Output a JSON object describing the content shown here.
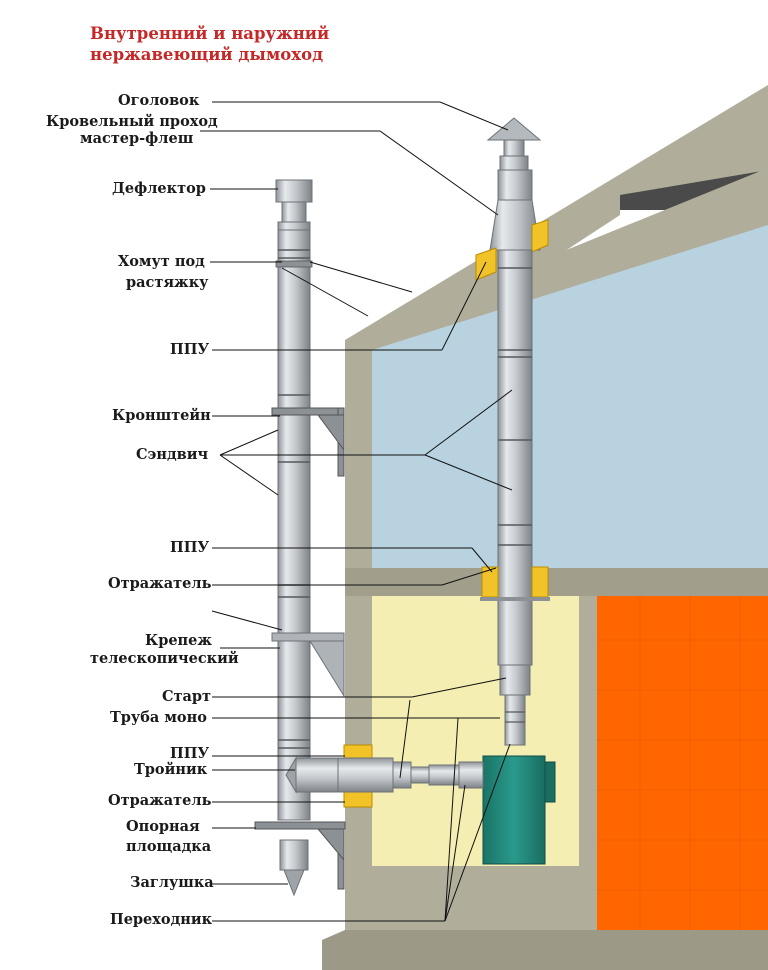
{
  "title": {
    "line1": "Внутренний и наружний",
    "line2": "нержавеющий дымоход"
  },
  "labels": {
    "ogolovok": "Оголовок",
    "krovelny_line1": "Кровельный проход",
    "krovelny_line2": "мастер-флеш",
    "deflektor": "Дефлектор",
    "homut_line1": "Хомут под",
    "homut_line2": "растяжку",
    "ppu_1": "ППУ",
    "kronshtein": "Кронштейн",
    "sendvich": "Сэндвич",
    "ppu_2": "ППУ",
    "otrazhatel_1": "Отражатель",
    "krepezh_line1": "Крепеж",
    "krepezh_line2": "телескопический",
    "start": "Старт",
    "truba_mono": "Труба моно",
    "ppu_3": "ППУ",
    "troinik": "Тройник",
    "otrazhatel_2": "Отражатель",
    "opornaya_line1": "Опорная",
    "opornaya_line2": "площадка",
    "zaglushka": "Заглушка",
    "perehodnik": "Переходник"
  },
  "colors": {
    "title": "#c62828",
    "wall": "#b0ad9a",
    "roof_dark": "#4a4a4a",
    "window_blue": "#b8d3df",
    "room_yellow": "#f4eeb2",
    "door_orange": "#ff6600",
    "boiler_teal": "#1f8a7d",
    "ppu_yellow": "#f2c229",
    "steel": "#c9cdd1"
  }
}
